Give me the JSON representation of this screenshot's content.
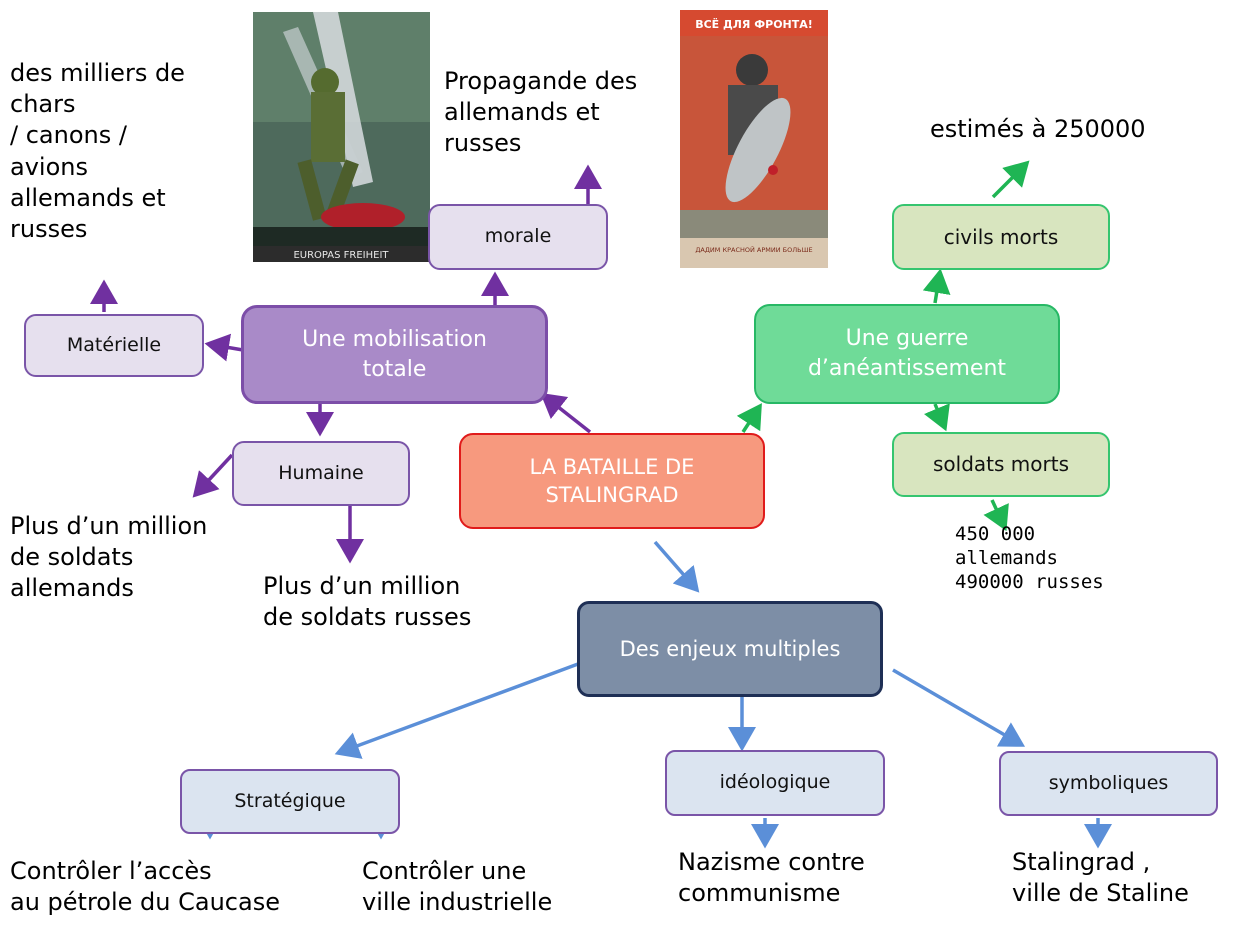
{
  "center": {
    "label": "LA BATAILLE DE STALINGRAD"
  },
  "mobilisation": {
    "label": "Une mobilisation totale",
    "morale": "morale",
    "materielle": "Matérielle",
    "humaine": "Humaine",
    "morale_note": "Propagande des\nallemands et\n russes",
    "materielle_note": "des milliers de\nchars\n/ canons /\n avions\nallemands et\nrusses",
    "humaine_note_1": "Plus d’un million\nde soldats\nallemands",
    "humaine_note_2": "Plus d’un million\nde soldats russes"
  },
  "guerre": {
    "label": "Une guerre d’anéantissement",
    "civils": "civils  morts",
    "soldats": "soldats morts",
    "civils_note": "estimés à 250000",
    "soldats_note": "450 000\nallemands\n490000 russes"
  },
  "enjeux": {
    "label": "Des enjeux multiples",
    "strategique": "Stratégique",
    "ideologique": "idéologique",
    "symboliques": "symboliques",
    "strategique_note_1": "Contrôler l’accès\nau pétrole du Caucase",
    "strategique_note_2": "Contrôler une\nville industrielle",
    "ideologique_note": "Nazisme contre\ncommunisme",
    "symboliques_note": "Stalingrad ,\nville de Staline"
  },
  "posters": {
    "german_caption": "EUROPAS FREIHEIT",
    "soviet_title": "ВСЁ ДЛЯ ФРОНТА!",
    "soviet_caption": "ДАДИМ КРАСНОЙ АРМИИ БОЛЬШЕ"
  },
  "colors": {
    "purple_arrow": "#7030a0",
    "green_arrow": "#1fb554",
    "blue_arrow": "#5b8fd8"
  }
}
